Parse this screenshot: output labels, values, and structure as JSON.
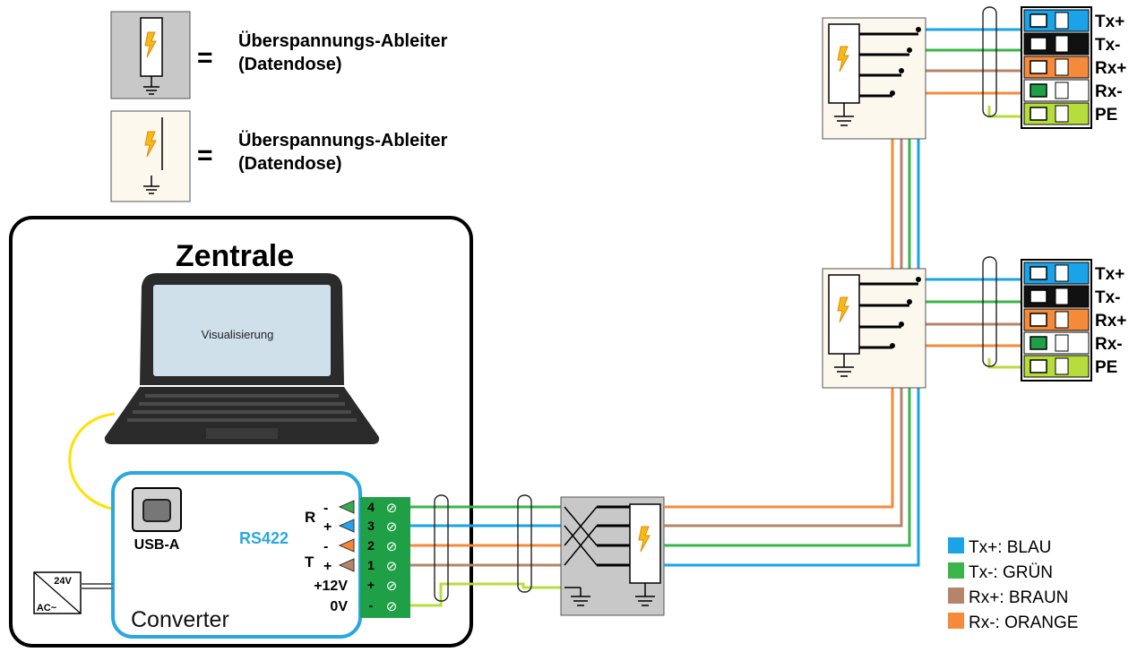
{
  "legend_symbols": [
    {
      "equals": "=",
      "line1": "Überspannungs-Ableiter",
      "line2": "(Datendose)"
    },
    {
      "equals": "=",
      "line1": "Überspannungs-Ableiter",
      "line2": "(Datendose)"
    }
  ],
  "zentrale": {
    "title": "Zentrale",
    "laptop_screen_label": "Visualisierung",
    "usb_label": "USB-A",
    "rs422_label": "RS422",
    "converter_label": "Converter",
    "psu_label_top": "24V",
    "psu_label_bottom": "AC~",
    "pin_groups": {
      "r": "R",
      "t": "T"
    },
    "pins": [
      {
        "sign": "-",
        "name": "",
        "num": "4",
        "symbol": "⊘",
        "arrow": "#3aaa4c"
      },
      {
        "sign": "+",
        "name": "",
        "num": "3",
        "symbol": "⊘",
        "arrow": "#2aa0e6"
      },
      {
        "sign": "-",
        "name": "",
        "num": "2",
        "symbol": "⊘",
        "arrow": "#f2873a"
      },
      {
        "sign": "+",
        "name": "",
        "num": "1",
        "symbol": "⊘",
        "arrow": "#b5846a"
      },
      {
        "sign": "",
        "name": "+12V",
        "num": "+",
        "symbol": "⊘",
        "arrow": ""
      },
      {
        "sign": "",
        "name": "0V",
        "num": "-",
        "symbol": "⊘",
        "arrow": ""
      }
    ]
  },
  "terminal_labels": [
    "Tx+",
    "Tx-",
    "Rx+",
    "Rx-",
    "PE"
  ],
  "color_legend": [
    {
      "label": "Tx+: BLAU",
      "color": "#1aa3e8"
    },
    {
      "label": "Tx-:  GRÜN",
      "color": "#3ab54a"
    },
    {
      "label": "Rx+: BRAUN",
      "color": "#b5846a"
    },
    {
      "label": "Rx-:  ORANGE",
      "color": "#f58a3a"
    }
  ],
  "colors": {
    "blue": "#1aa3e8",
    "green": "#3ab54a",
    "brown": "#b5846a",
    "orange": "#f58a3a",
    "lime": "#b7dd3c",
    "terminal_green": "#1fa046",
    "converter_border": "#29a8e0",
    "bolt": "#f5b919"
  }
}
